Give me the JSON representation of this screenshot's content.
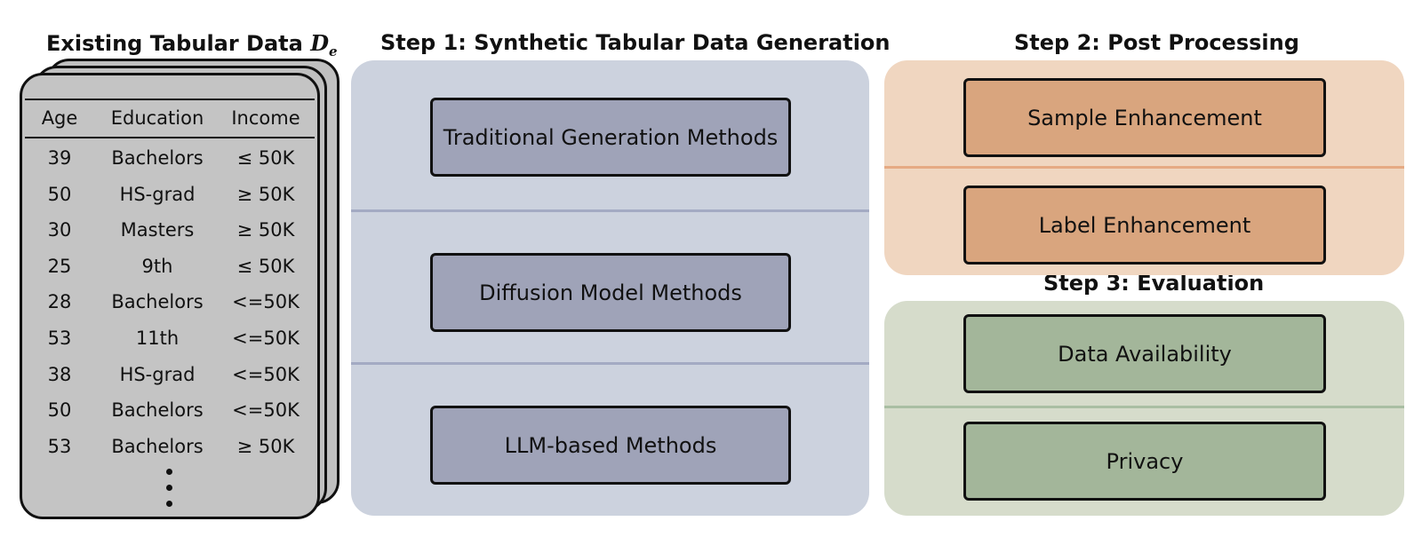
{
  "existing_data": {
    "title": "Existing Tabular Data",
    "symbol": "D",
    "symbol_subscript": "e",
    "columns": [
      "Age",
      "Education",
      "Income"
    ],
    "rows": [
      [
        "39",
        "Bachelors",
        "≤ 50K"
      ],
      [
        "50",
        "HS-grad",
        "≥ 50K"
      ],
      [
        "30",
        "Masters",
        "≥ 50K"
      ],
      [
        "25",
        "9th",
        "≤ 50K"
      ],
      [
        "28",
        "Bachelors",
        "<=50K"
      ],
      [
        "53",
        "11th",
        "<=50K"
      ],
      [
        "38",
        "HS-grad",
        "<=50K"
      ],
      [
        "50",
        "Bachelors",
        "<=50K"
      ],
      [
        "53",
        "Bachelors",
        "≥ 50K"
      ]
    ]
  },
  "step1": {
    "title": "Step 1: Synthetic Tabular Data Generation",
    "methods": [
      "Traditional Generation Methods",
      "Diffusion Model Methods",
      "LLM-based Methods"
    ]
  },
  "step2": {
    "title": "Step 2: Post Processing",
    "items": [
      "Sample Enhancement",
      "Label Enhancement"
    ]
  },
  "step3": {
    "title": "Step 3: Evaluation",
    "items": [
      "Data Availability",
      "Privacy"
    ]
  }
}
